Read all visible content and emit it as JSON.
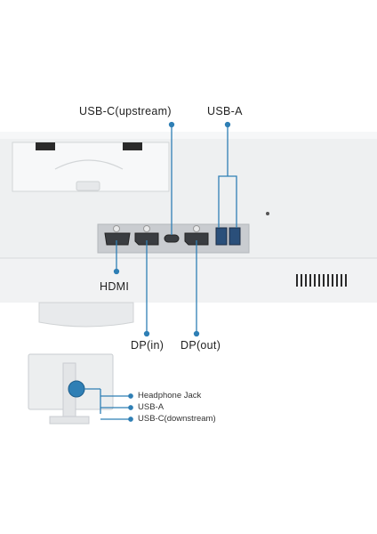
{
  "diagram": {
    "top_labels": {
      "usbc_upstream": "USB-C(upstream)",
      "usba": "USB-A"
    },
    "bottom_labels": {
      "hdmi": "HDMI",
      "dp_in": "DP(in)",
      "dp_out": "DP(out)"
    },
    "side_ports": {
      "headphone": "Headphone Jack",
      "usba": "USB-A",
      "usbc_downstream": "USB-C(downstream)"
    },
    "colors": {
      "callout": "#2f7fb5",
      "panel": "#cfd2d5",
      "body": "#eceeef"
    }
  }
}
